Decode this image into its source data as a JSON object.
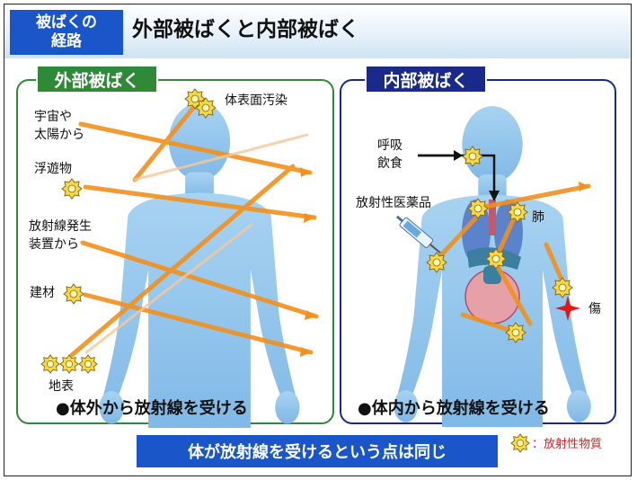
{
  "header": {
    "badge_line1": "被ばくの",
    "badge_line2": "経路",
    "title": "外部被ばくと内部被ばく"
  },
  "external": {
    "tab": "外部被ばく",
    "sources": {
      "space": [
        "宇宙や",
        "太陽から"
      ],
      "airborne": "浮遊物",
      "generator": [
        "放射線発生",
        "装置から"
      ],
      "building": "建材",
      "ground": "地表",
      "skin": "体表面汚染"
    },
    "caption": "●体外から放射線を受ける"
  },
  "internal": {
    "tab": "内部被ばく",
    "routes": {
      "intake": [
        "呼吸",
        "飲食"
      ],
      "pharma": "放射性医薬品",
      "lung": "肺",
      "wound": "傷"
    },
    "caption": "●体内から放射線を受ける"
  },
  "conclusion": "体が放射線を受けるという点は同じ",
  "legend": {
    "label": "：放射性物質",
    "symbol_icon": "radioactive-material-star-icon"
  },
  "colors": {
    "header_blue": "#1a55c9",
    "external_green": "#2f8a38",
    "internal_navy": "#1a2a8a",
    "body_blue": "#8ec3ea",
    "ray_orange": "#f2901e",
    "material_yellow": "#f5d94a",
    "legend_red": "#d02020"
  }
}
